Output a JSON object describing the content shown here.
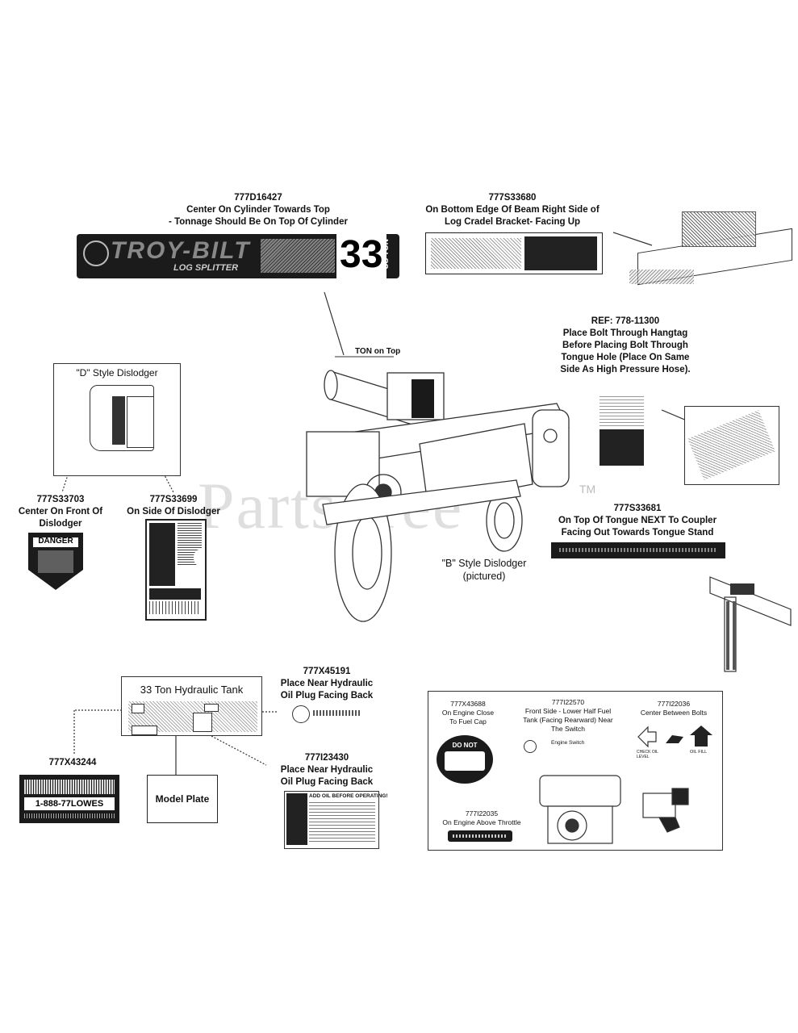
{
  "callouts": {
    "c1": {
      "part": "777D16427",
      "text": "Center On Cylinder Towards Top\n- Tonnage Should Be On Top Of Cylinder"
    },
    "c2": {
      "part": "777S33680",
      "text": "On Bottom Edge Of Beam Right Side of\nLog Cradel Bracket- Facing Up"
    },
    "c3": {
      "part": "REF: 778-11300",
      "text": "Place Bolt Through Hangtag\nBefore Placing Bolt Through\nTongue Hole (Place On Same\nSide As High Pressure Hose)."
    },
    "c4": {
      "part": "777S33703",
      "text": "Center On Front Of\nDislodger"
    },
    "c5": {
      "part": "777S33699",
      "text": "On Side Of Dislodger"
    },
    "c6": {
      "part": "777S33681",
      "text": "On Top Of Tongue NEXT To Coupler\nFacing Out Towards Tongue Stand"
    },
    "c7": {
      "part": "777X45191",
      "text": "Place Near Hydraulic\nOil Plug Facing Back"
    },
    "c8": {
      "part": "777X43244",
      "text": ""
    },
    "c9": {
      "part": "777I23430",
      "text": "Place Near Hydraulic\nOil Plug Facing Back"
    }
  },
  "labels": {
    "d_style": "\"D\" Style Dislodger",
    "b_style": "\"B\" Style Dislodger\n(pictured)",
    "ton_on_top": "TON on Top",
    "tank_title": "33 Ton Hydraulic Tank",
    "model_plate": "Model Plate",
    "watermark": "PartsTree",
    "tm": "TM"
  },
  "decals": {
    "troybilt": {
      "brand": "TROY-BILT",
      "sub": "LOG SPLITTER",
      "tonnage": "33",
      "unit": "US TON"
    },
    "danger": "DANGER",
    "lowes_line": "1-888-77LOWES"
  },
  "engine_box": {
    "e1": {
      "part": "777X43688",
      "text": "On Engine Close\nTo Fuel Cap"
    },
    "e2": {
      "part": "777I22570",
      "text": "Front Side - Lower Half Fuel\nTank (Facing Rearward) Near\nThe Switch"
    },
    "e3": {
      "part": "777I22036",
      "text": "Center Between Bolts"
    },
    "e4": {
      "part": "777I22035",
      "text": "On Engine Above Throttle"
    },
    "do_not": "DO NOT",
    "check_oil": "CHECK OIL LEVEL",
    "oil_fill": "OIL FILL",
    "engine_switch": "Engine Switch"
  },
  "notice": {
    "add_oil": "ADD OIL BEFORE OPERATING!"
  }
}
